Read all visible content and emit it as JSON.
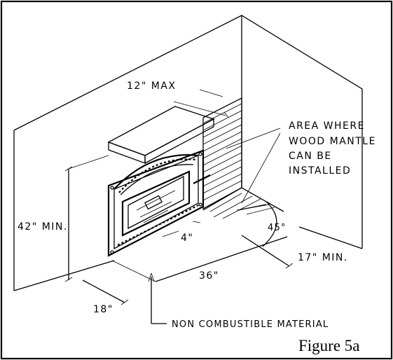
{
  "labels": {
    "mantle_max": "12\" MAX",
    "area_line1": "AREA WHERE",
    "area_line2": "WOOD MANTLE",
    "area_line3": "CAN BE",
    "area_line4": "INSTALLED",
    "height_min": "42\" MIN.",
    "side_clearance": "4\"",
    "angle": "45°",
    "hearth_depth": "17\" MIN.",
    "hearth_width": "36\"",
    "hearth_side": "18\"",
    "material": "NON COMBUSTIBLE MATERIAL"
  },
  "caption": "Figure 5a"
}
